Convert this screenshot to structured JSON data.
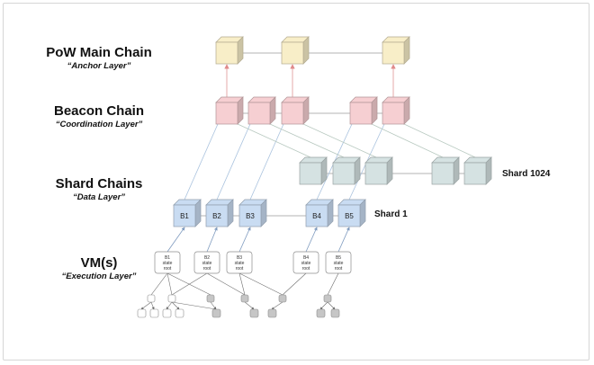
{
  "layers": {
    "pow": {
      "title": "PoW Main Chain",
      "subtitle": "“Anchor Layer”"
    },
    "beacon": {
      "title": "Beacon Chain",
      "subtitle": "“Coordination Layer”"
    },
    "shard": {
      "title": "Shard Chains",
      "subtitle": "“Data Layer”"
    },
    "vm": {
      "title": "VM(s)",
      "subtitle": "“Execution Layer”"
    }
  },
  "shard_labels": {
    "shard1": "Shard 1",
    "shard1024": "Shard 1024"
  },
  "shard1_blocks": [
    "B1",
    "B2",
    "B3",
    "B4",
    "B5"
  ],
  "vm_roots": [
    {
      "block": "B1",
      "line2": "state",
      "line3": "root"
    },
    {
      "block": "B2",
      "line2": "state",
      "line3": "root"
    },
    {
      "block": "B3",
      "line2": "state",
      "line3": "root"
    },
    {
      "block": "B4",
      "line2": "state",
      "line3": "root"
    },
    {
      "block": "B5",
      "line2": "state",
      "line3": "root"
    }
  ],
  "colors": {
    "pow": "#f8eec8",
    "beacon": "#f6cfd2",
    "shard1024": "#d5e2e2",
    "shard1": "#c9dcf2",
    "vm_box": "#ffffff",
    "trie_gray": "#c6c6c6"
  }
}
